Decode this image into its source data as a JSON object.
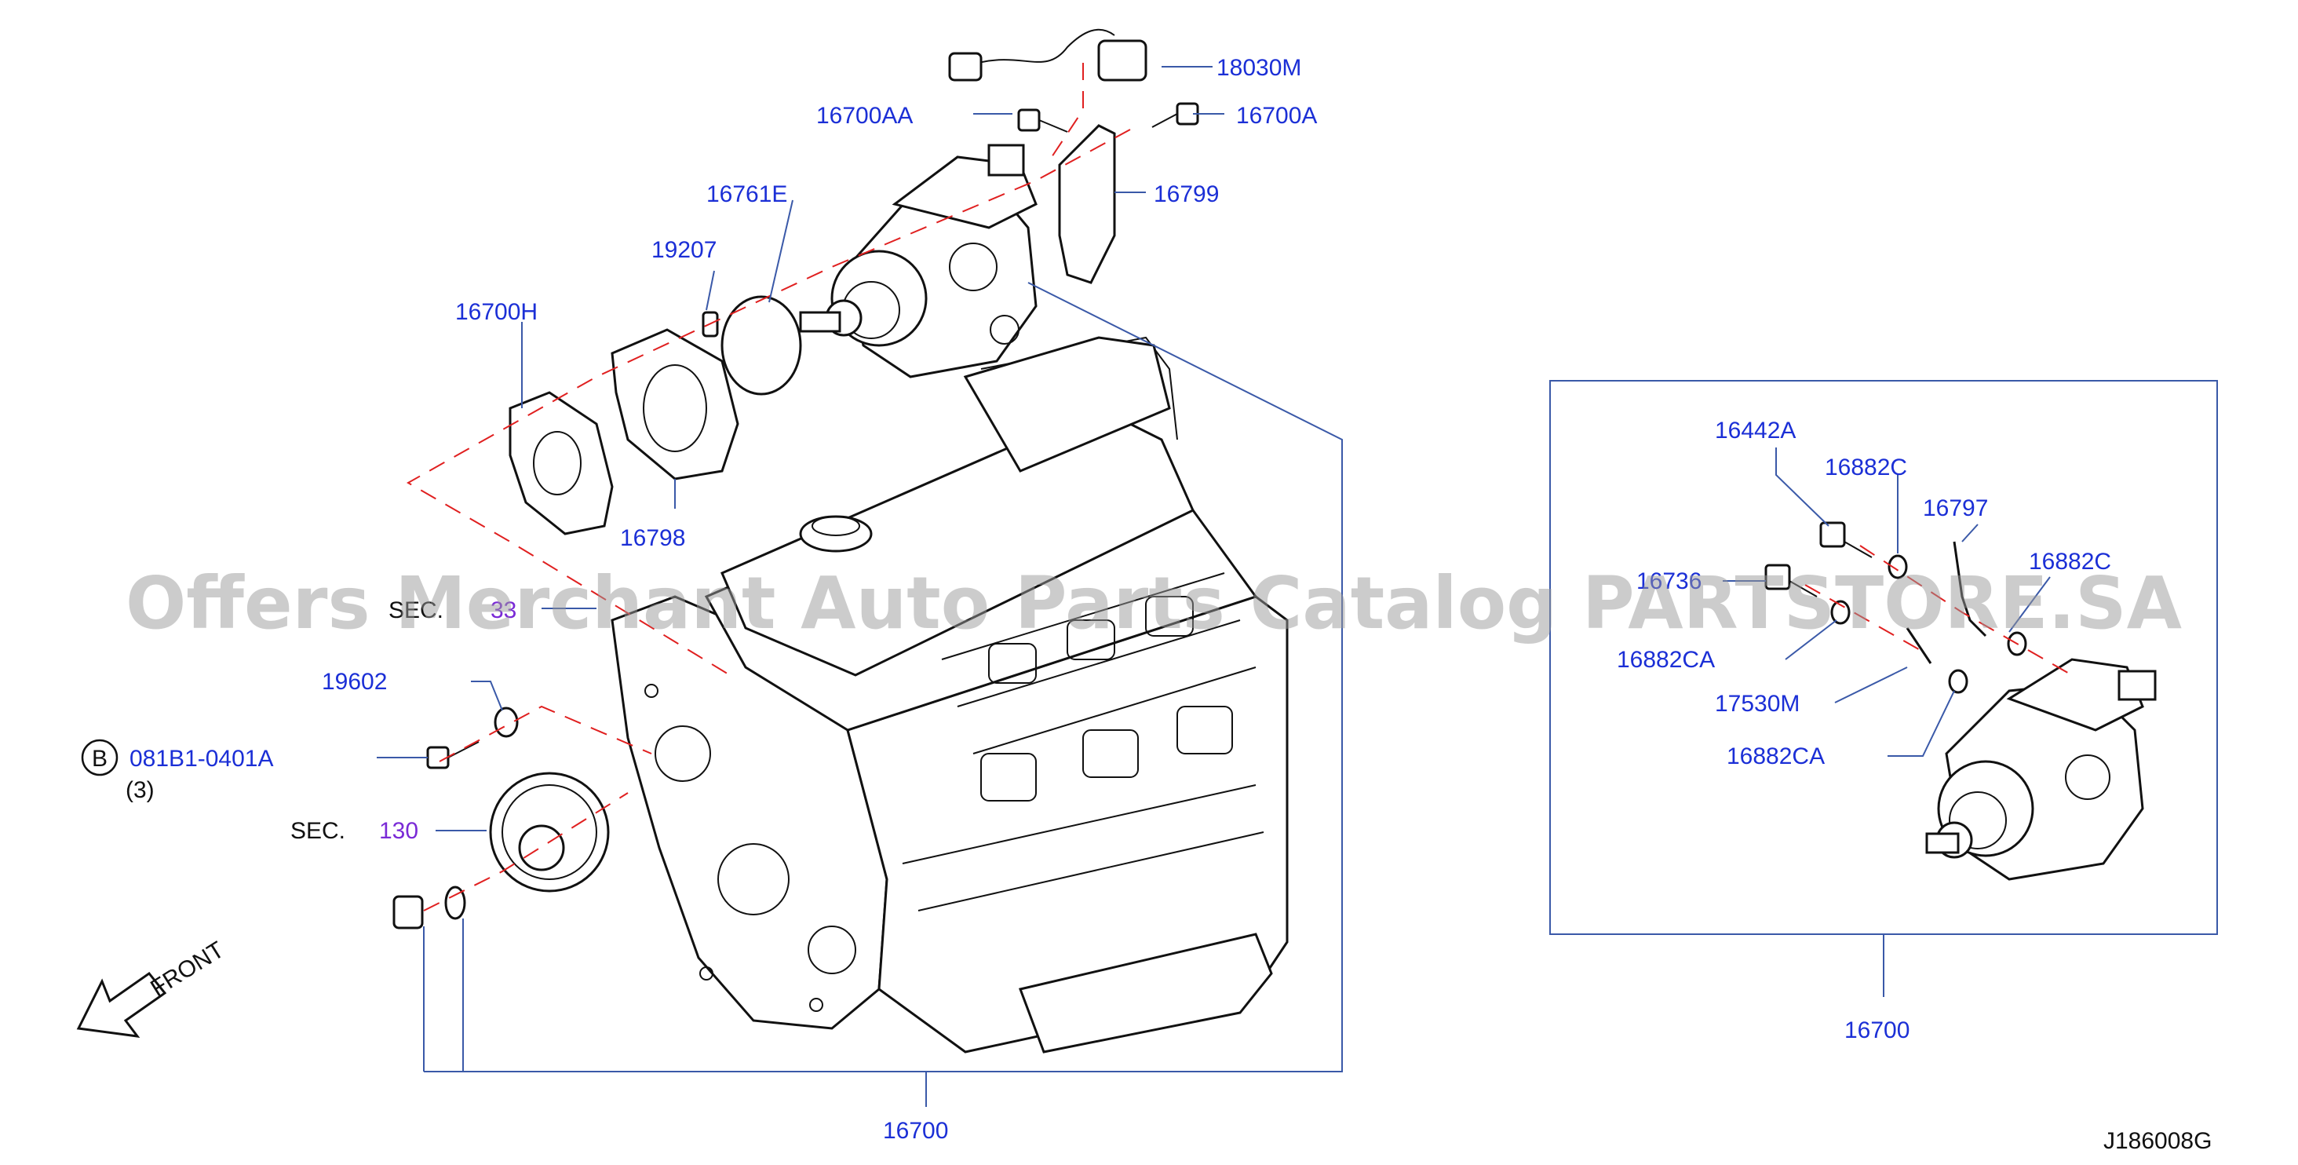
{
  "labels": {
    "p18030M": "18030M",
    "p16700AA": "16700AA",
    "p16700A": "16700A",
    "p16761E": "16761E",
    "p16799": "16799",
    "p19207": "19207",
    "p16700H": "16700H",
    "p16798": "16798",
    "sec_top": "SEC.",
    "sec_top_num": "33",
    "p19602": "19602",
    "b_marker": "B",
    "p081B1": "081B1-0401A",
    "qty3": "(3)",
    "sec_bottom": "SEC.",
    "sec_bottom_num": "130",
    "front": "FRONT",
    "p16700_main": "16700",
    "p16442A": "16442A",
    "p16882C_1": "16882C",
    "p16797": "16797",
    "p16882C_2": "16882C",
    "p16736": "16736",
    "p16882CA_1": "16882CA",
    "p17530M": "17530M",
    "p16882CA_2": "16882CA",
    "p16700_inset": "16700",
    "code": "J186008G"
  },
  "watermark": "Offers Merchant Auto Parts Catalog PARTSTORE.SA",
  "colors": {
    "label_blue": "#1b2fd6",
    "leader_blue": "#3a59a8",
    "dash_red": "#e02020",
    "sec_purple": "#7a2ad6"
  }
}
